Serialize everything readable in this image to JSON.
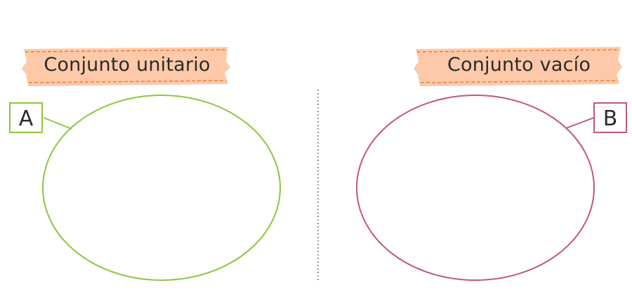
{
  "colors": {
    "banner_fill": "#fdc9a8",
    "banner_dash": "#f07a3e",
    "set_a": "#8cc63f",
    "set_b": "#c2557f",
    "divider": "#777777"
  },
  "left": {
    "banner_label": "Conjunto unitario",
    "set_label": "A"
  },
  "right": {
    "banner_label": "Conjunto vacío",
    "set_label": "B"
  }
}
